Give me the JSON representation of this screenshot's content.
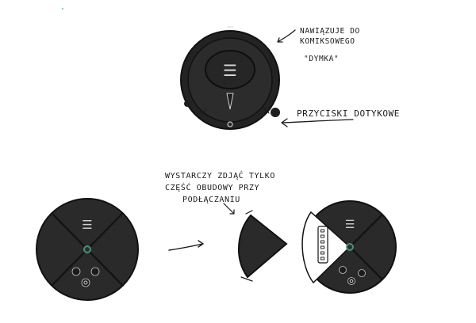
{
  "annotations": {
    "speech_bubble_note": [
      "NAWIĄZUJE DO",
      "KOMIKSOWEGO",
      "\"DYMKA\""
    ],
    "touch_buttons_note": "PRZYCISKI DOTYKOWE",
    "housing_note": [
      "WYSTARCZY ZDJĄĆ TYLKO",
      "CZĘŚĆ OBUDOWY PRZY",
      "PODŁĄCZANIU"
    ]
  },
  "device_top": {
    "indicator_text": "···",
    "menu_glyph": "☰",
    "buttons": [
      "check-icon",
      "power-icon",
      "close-icon"
    ]
  },
  "device_bottom": {
    "menu_glyph": "☰",
    "buttons": [
      "check-icon",
      "power-icon",
      "close-icon"
    ]
  },
  "colors": {
    "body": "#2b2b2b",
    "bezel": "#1e1e1e",
    "ink": "#1b1b1b",
    "accent": "#4f8f7a",
    "port": "#ffffff"
  }
}
